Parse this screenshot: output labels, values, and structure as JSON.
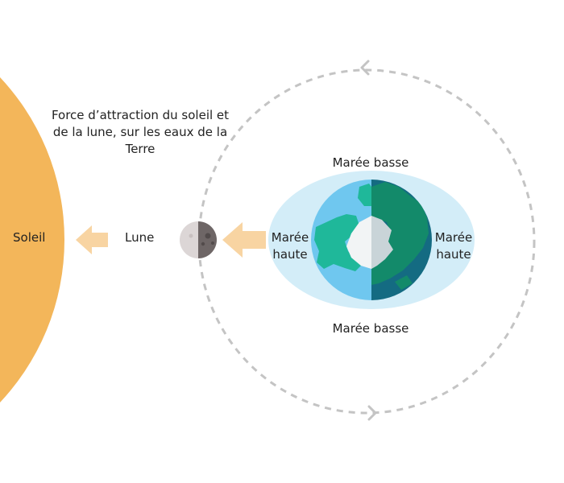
{
  "title": "Force d’attraction du soleil et de la lune, sur les eaux de la Terre",
  "labels": {
    "sun": "Soleil",
    "moon": "Lune",
    "high_tide_left_line1": "Marée",
    "high_tide_left_line2": "haute",
    "high_tide_right_line1": "Marée",
    "high_tide_right_line2": "haute",
    "low_tide_top": "Marée basse",
    "low_tide_bottom": "Marée basse"
  },
  "colors": {
    "sun": "#F3B65A",
    "arrow": "#F8D4A2",
    "orbit": "#C4C4C4",
    "water_bulge": "#D3EDF8",
    "ocean_day": "#6FC7EF",
    "ocean_night": "#146B82",
    "land_day": "#1FB89A",
    "land_night": "#138A6A",
    "ice": "#F2F4F5",
    "moon_light": "#DCD6D6",
    "moon_dark": "#6E6666"
  }
}
